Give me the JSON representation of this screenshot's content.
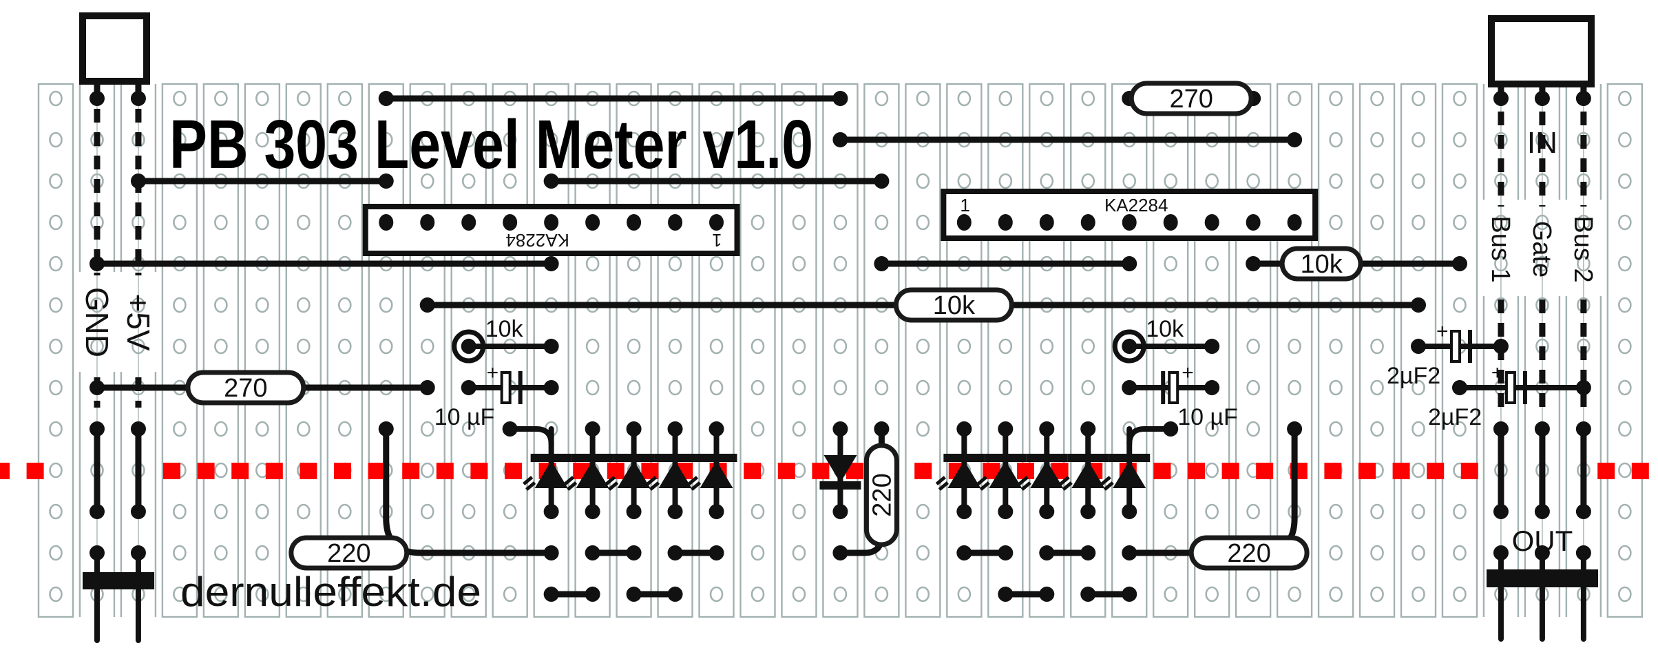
{
  "title": "PB 303 Level Meter v1.0",
  "website": "dernulleffekt.de",
  "colors": {
    "strip": "#a3b1b1",
    "ink": "#111111",
    "red_marker": "#ff0000",
    "background": "#ffffff"
  },
  "board": {
    "columns": 39,
    "rows": 13
  },
  "power_labels": [
    {
      "text": "GND",
      "col": 1
    },
    {
      "text": "+5V",
      "col": 2
    }
  ],
  "input_header": {
    "label": "IN",
    "pins": [
      {
        "col": 35,
        "label": "Bus 1"
      },
      {
        "col": 36,
        "label": "Gate"
      },
      {
        "col": 37,
        "label": "Bus 2"
      }
    ]
  },
  "output_header": {
    "label": "OUT",
    "cols": [
      35,
      36,
      37
    ]
  },
  "power_header": {
    "cols": [
      1,
      2
    ]
  },
  "ics": [
    {
      "id": "ic-left",
      "part": "KA2284",
      "pin1_label": "1",
      "cols": [
        8,
        16
      ],
      "row": 3,
      "rotated": true
    },
    {
      "id": "ic-right",
      "part": "KA2284",
      "pin1_label": "1",
      "cols": [
        22,
        30
      ],
      "row": 3,
      "rotated": false
    }
  ],
  "wires": [
    {
      "row": 0,
      "from": 8,
      "to": 19
    },
    {
      "row": 1,
      "from": 19,
      "to": 30
    },
    {
      "row": 2,
      "from": 2,
      "to": 8
    },
    {
      "row": 2,
      "from": 12,
      "to": 20
    },
    {
      "row": 4,
      "from": 1,
      "to": 12
    },
    {
      "row": 4,
      "from": 20,
      "to": 26
    },
    {
      "row": 11,
      "from": 13,
      "to": 14
    },
    {
      "row": 11,
      "from": 15,
      "to": 16
    },
    {
      "row": 12,
      "from": 12,
      "to": 13
    },
    {
      "row": 12,
      "from": 14,
      "to": 15
    },
    {
      "row": 11,
      "from": 22,
      "to": 23
    },
    {
      "row": 11,
      "from": 24,
      "to": 25
    },
    {
      "row": 12,
      "from": 23,
      "to": 24
    },
    {
      "row": 12,
      "from": 25,
      "to": 26
    }
  ],
  "vertical_wires": [
    {
      "col": 1,
      "from": 8,
      "to": 10
    },
    {
      "col": 2,
      "from": 8,
      "to": 10
    },
    {
      "col": 35,
      "from": 8,
      "to": 10
    },
    {
      "col": 36,
      "from": 8,
      "to": 10
    },
    {
      "col": 37,
      "from": 8,
      "to": 10
    }
  ],
  "resistors": [
    {
      "value": "270",
      "row": 0,
      "from": 26,
      "to": 29,
      "body": [
        26.05,
        28.95
      ]
    },
    {
      "value": "10k",
      "row": 4,
      "from": 29,
      "to": 34,
      "body": [
        29.7,
        31.6
      ]
    },
    {
      "value": "10k",
      "row": 5,
      "from": 9,
      "to": 33,
      "body": [
        20.35,
        23.15
      ]
    },
    {
      "value": "270",
      "row": 7,
      "from": 1,
      "to": 9,
      "body": [
        3.2,
        6.0
      ]
    },
    {
      "value": "220",
      "row": 11,
      "from": 8,
      "to": 12,
      "body": [
        5.7,
        8.5
      ],
      "bend_from_row": 8
    },
    {
      "value": "220",
      "row": 11,
      "from": 26,
      "to": 30,
      "body": [
        27.5,
        30.3
      ],
      "bend_to_row": 8
    },
    {
      "value": "220",
      "vertical": true,
      "col": 20,
      "from_row": 8,
      "to_row": 11,
      "body": [
        8.4,
        10.8
      ],
      "bend_to_col": 19
    }
  ],
  "trimmers": [
    {
      "value": "10k",
      "row": 6,
      "from": 10,
      "to": 12
    },
    {
      "value": "10k",
      "row": 6,
      "from": 26,
      "to": 28
    }
  ],
  "capacitors": [
    {
      "value": "10 µF",
      "row": 7,
      "from": 10,
      "to": 12,
      "plus_side": "left"
    },
    {
      "value": "10 µF",
      "row": 7,
      "from": 26,
      "to": 28,
      "plus_side": "right"
    },
    {
      "value": "2µF2",
      "row": 6,
      "from": 33,
      "to": 35,
      "plus_side": "left"
    },
    {
      "value": "2µF2",
      "row": 7,
      "from": 34,
      "to": 37,
      "plus_side": "left"
    }
  ],
  "led_arrays": [
    {
      "cols": [
        12,
        13,
        14,
        15,
        16
      ],
      "top_row": 8,
      "bottom_row": 10,
      "direction": "up",
      "first_from_col": 11
    },
    {
      "cols": [
        22,
        23,
        24,
        25,
        26
      ],
      "top_row": 8,
      "bottom_row": 10,
      "direction": "up",
      "last_from_col": 27
    }
  ],
  "diodes": [
    {
      "col": 19,
      "top_row": 8,
      "bottom_row": 10,
      "direction": "down"
    }
  ],
  "marker_row": 9
}
